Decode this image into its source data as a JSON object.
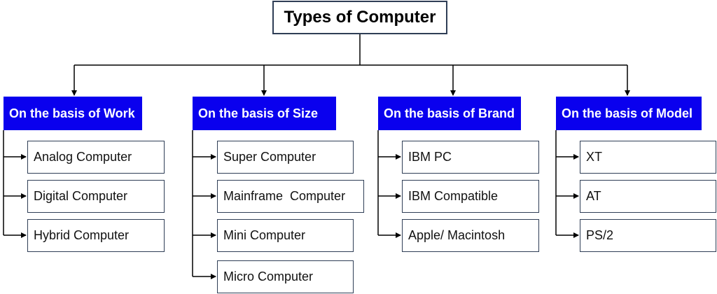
{
  "root": {
    "label": "Types of Computer"
  },
  "categories": [
    {
      "label": "On the basis of Work",
      "items": [
        "Analog Computer",
        "Digital Computer",
        "Hybrid Computer"
      ]
    },
    {
      "label": "On the basis of Size",
      "items": [
        "Super Computer",
        "Mainframe  Computer",
        "Mini Computer",
        "Micro Computer"
      ]
    },
    {
      "label": "On the basis of Brand",
      "items": [
        "IBM PC",
        "IBM Compatible",
        "Apple/ Macintosh"
      ]
    },
    {
      "label": "On the basis of Model",
      "items": [
        "XT",
        "AT",
        "PS/2"
      ]
    }
  ],
  "colors": {
    "category_fill": "#0a00ee",
    "box_border": "#2f3e56",
    "line": "#000000"
  }
}
